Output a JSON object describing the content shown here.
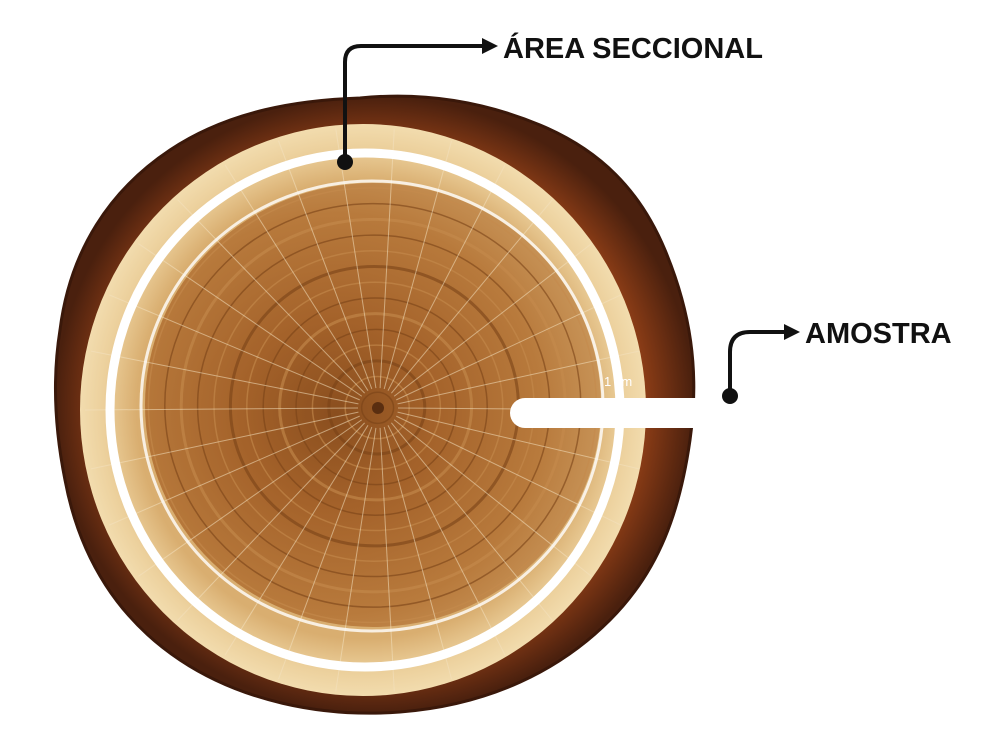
{
  "labels": {
    "sectional_area": "ÁREA SECCIONAL",
    "sample": "AMOSTRA",
    "scale": "1 cm"
  },
  "colors": {
    "background": "#ffffff",
    "bark_dark": "#4a200e",
    "bark": "#7a3414",
    "sapwood": "#e8c48c",
    "heartwood": "#a8642a",
    "heartwood_dark": "#7a4218",
    "ring_line": "#ffffff",
    "annotation": "#111111"
  },
  "icons": [
    "arrow-right-icon",
    "dot-marker-icon"
  ]
}
